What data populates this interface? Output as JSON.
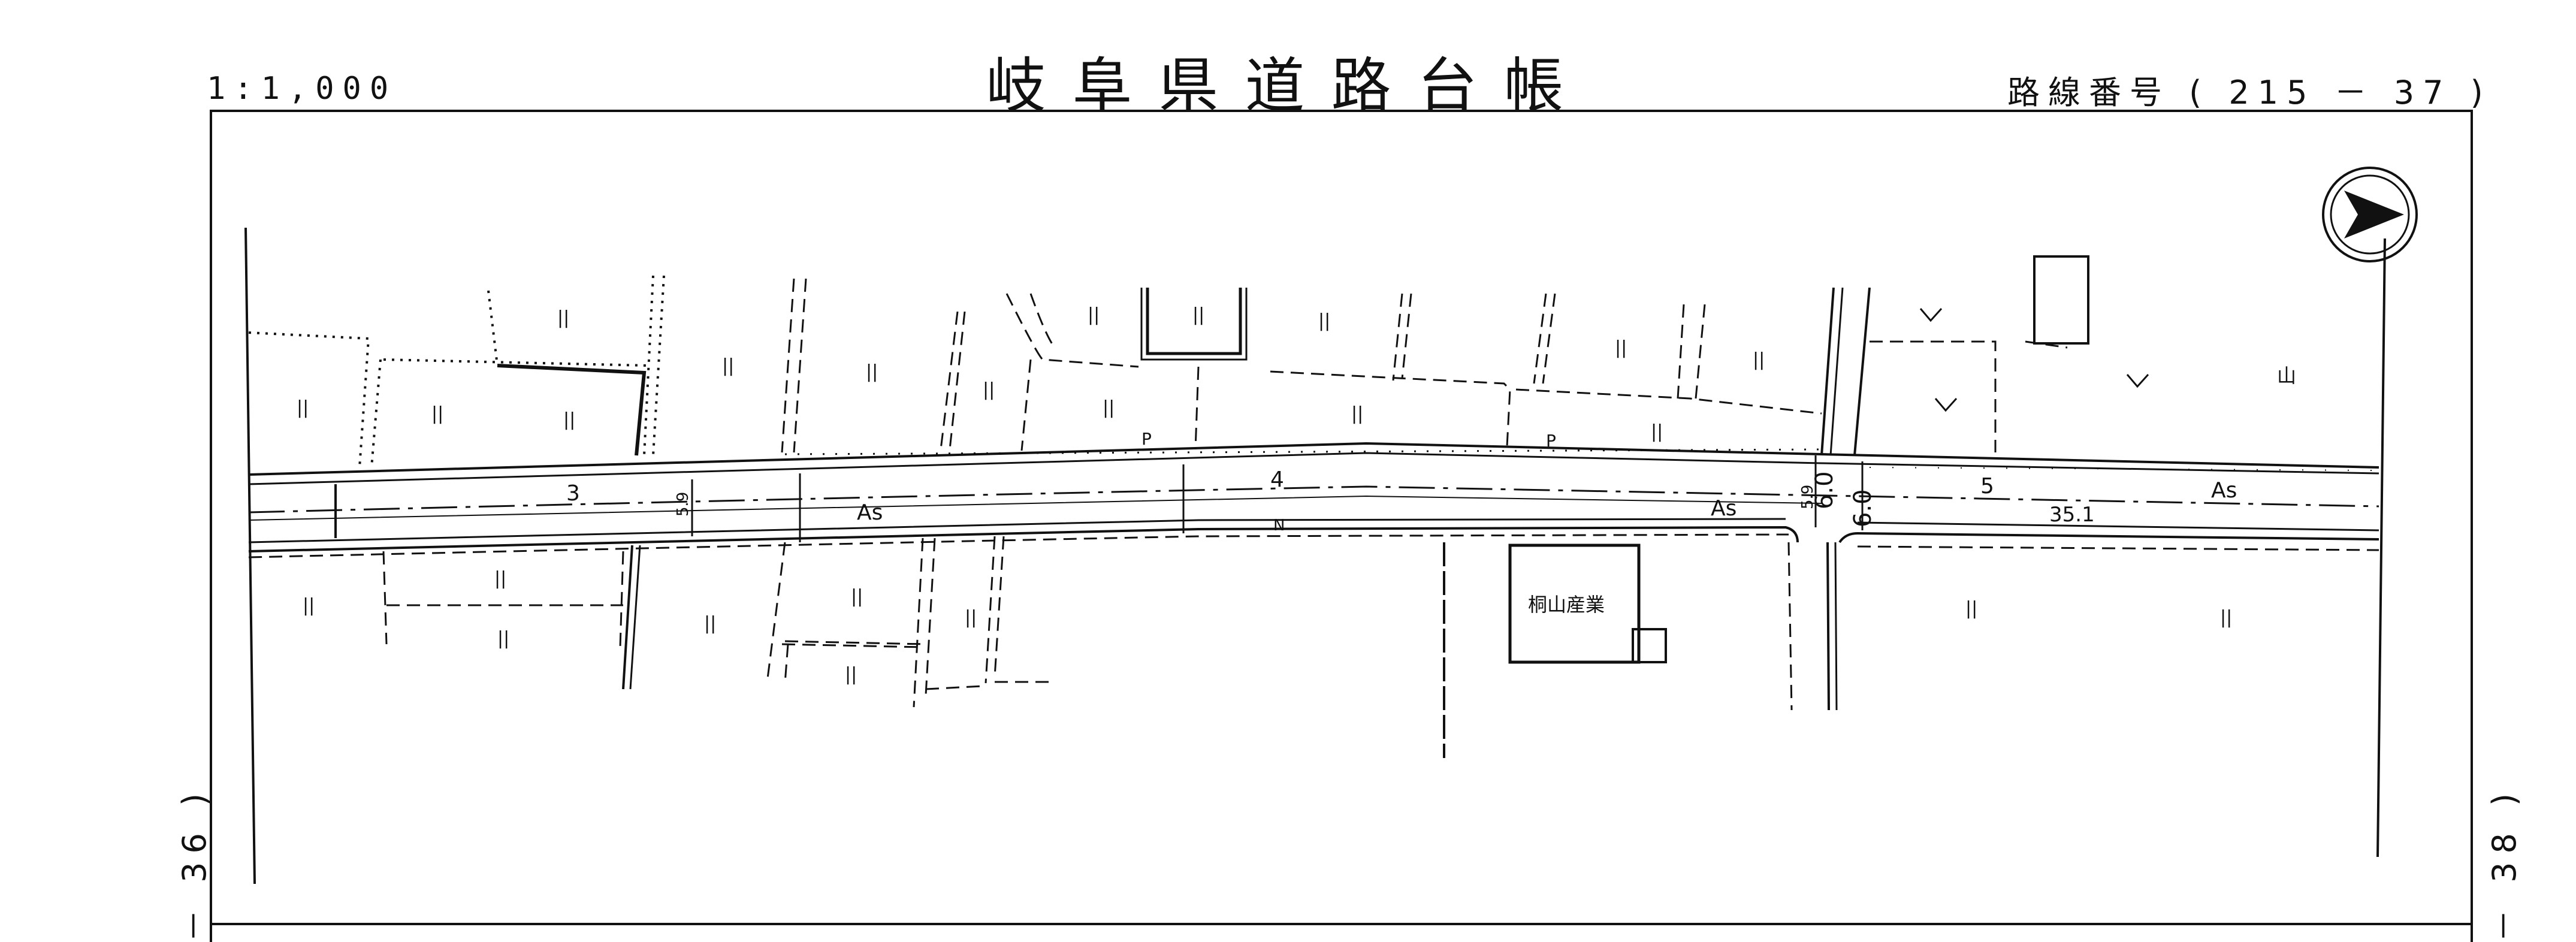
{
  "header": {
    "scale": "1:1,000",
    "title": "岐阜県道路台帳",
    "route_number": "路線番号 ( 215 － 37 )"
  },
  "sheet_links": {
    "left": "－ 36 )",
    "right": "－ 38 )"
  },
  "map": {
    "station_labels": [
      "3",
      "4",
      "5"
    ],
    "surface_labels": [
      "As",
      "As",
      "As"
    ],
    "pole_labels": [
      "P",
      "P"
    ],
    "north_label": "N",
    "width_labels": [
      "5.9",
      "5.9",
      "6.0",
      "6.0"
    ],
    "distance_label": "35.1",
    "building_label": "桐山産業",
    "field_symbol": "||",
    "forest_symbol": "山",
    "north_arrow_icon": "north-arrow-icon"
  },
  "colors": {
    "ink": "#111111",
    "background": "#ffffff"
  }
}
